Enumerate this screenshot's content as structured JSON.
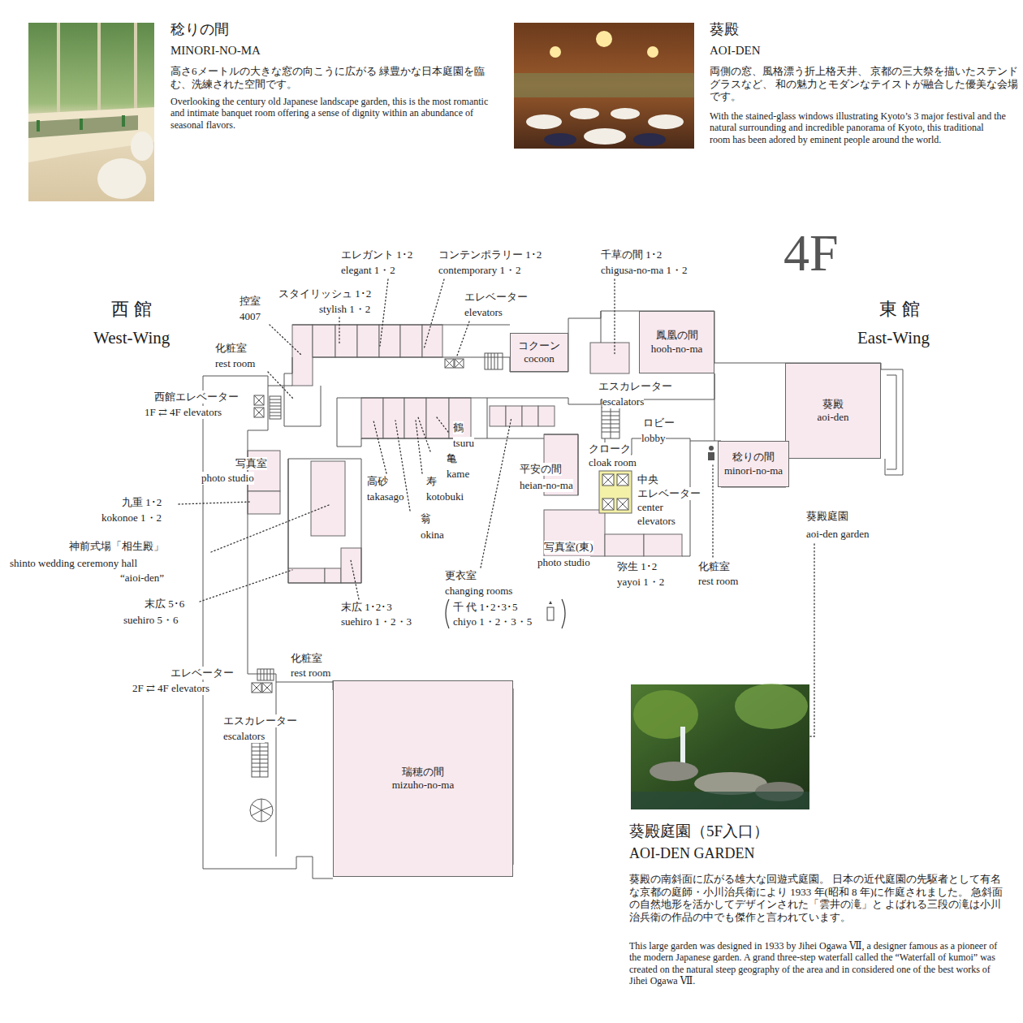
{
  "diagram": {
    "nodes": [
      {
        "text": [
          "コクーン",
          "cocoon"
        ]
      },
      {
        "text": [
          "鳳凰の間",
          "hooh-no-ma"
        ]
      },
      {
        "text": [
          "葵殿",
          "aoi-den"
        ]
      },
      {
        "text": [
          "稔りの間",
          "minori-no-ma"
        ]
      },
      {
        "text": [
          "瑞穂の間",
          "mizuho-no-ma"
        ]
      }
    ],
    "labels": [
      "稔りの間",
      "MINORI-NO-MA",
      "高さ6メートルの大きな窓の向こうに広がる 緑豊かな日本庭園を臨む、洗練された空間です。",
      "Overlooking the century old Japanese landscape garden, this is the most romantic and intimate banquet room offering a sense of dignity within an abundance of seasonal flavors.",
      "葵殿",
      "AOI-DEN",
      "両側の窓、風格漂う折上格天井、 京都の三大祭を描いたステンドグラスなど、 和の魅力とモダンなテイストが融合した優美な会場です。",
      "With the stained-glass windows illustrating Kyoto’s 3 major festival and the natural surrounding and incredible panorama of Kyoto, this traditional room has been adored by eminent people around the world.",
      "4F",
      "西 館",
      "West-Wing",
      "東 館",
      "East-Wing",
      "エレガント 1･2",
      "elegant 1・2",
      "コンテンポラリー 1･2",
      "contemporary 1・2",
      "千草の間 1･2",
      "chigusa-no-ma 1・2",
      "控室",
      "4007",
      "スタイリッシュ 1･2",
      "stylish 1・2",
      "エレベーター",
      "elevators",
      "化粧室",
      "rest room",
      "西館エレベーター",
      "1F ⇄ 4F elevators",
      "エスカレーター",
      "escalators",
      "ロビー",
      "lobby",
      "鶴",
      "tsuru",
      "亀",
      "kame",
      "クローク",
      "cloak room",
      "中央",
      "エレベーター",
      "center",
      "elevators",
      "平安の間",
      "heian-no-ma",
      "写真室",
      "photo studio",
      "高砂",
      "takasago",
      "寿",
      "kotobuki",
      "九重 1･2",
      "kokonoe 1・2",
      "翁",
      "okina",
      "神前式場「相生殿」",
      "shinto wedding ceremony hall",
      "“aioi-den”",
      "写真室(東)",
      "photo studio",
      "弥生 1･2",
      "yayoi 1・2",
      "化粧室",
      "rest room",
      "葵殿庭園",
      "aoi-den garden",
      "更衣室",
      "changing rooms",
      "千 代 1･2･3･5",
      "chiyo 1・2・3・5",
      "末広 5･6",
      "suehiro 5・6",
      "末広 1･2･3",
      "suehiro 1・2・3",
      "化粧室",
      "rest room",
      "エレベーター",
      "2F ⇄ 4F elevators",
      "エスカレーター",
      "escalators",
      "葵殿庭園（5F入口）",
      "AOI-DEN GARDEN",
      "葵殿の南斜面に広がる雄大な回遊式庭園。 日本の近代庭園の先駆者として有名な京都の庭師・小川治兵衛により 1933 年(昭和 8 年)に作庭されました。 急斜面の自然地形を活かしてデザインされた「雲井の滝」と よばれる三段の滝は小川治兵衛の作品の中でも傑作と言われています。",
      "This large garden was designed in 1933 by Jihei Ogawa Ⅶ, a designer famous as a pioneer of the modern Japanese garden. A grand three-step waterfall called the “Waterfall of kumoi” was created on the natural steep geography of the area and in considered one of the best works of Jihei Ogawa Ⅶ."
    ]
  }
}
